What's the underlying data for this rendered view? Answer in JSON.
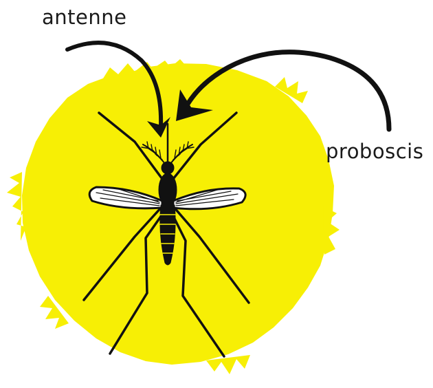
{
  "labels": {
    "antenne": "antenne",
    "proboscis": "proboscis"
  },
  "colors": {
    "blob": "#f7ef05",
    "ink": "#111111",
    "text": "#1a1a1a",
    "background": "#ffffff"
  },
  "icons": {
    "subject": "mosquito-icon",
    "backdrop": "yellow-paint-blob",
    "pointers": "curved-arrow-icon"
  }
}
